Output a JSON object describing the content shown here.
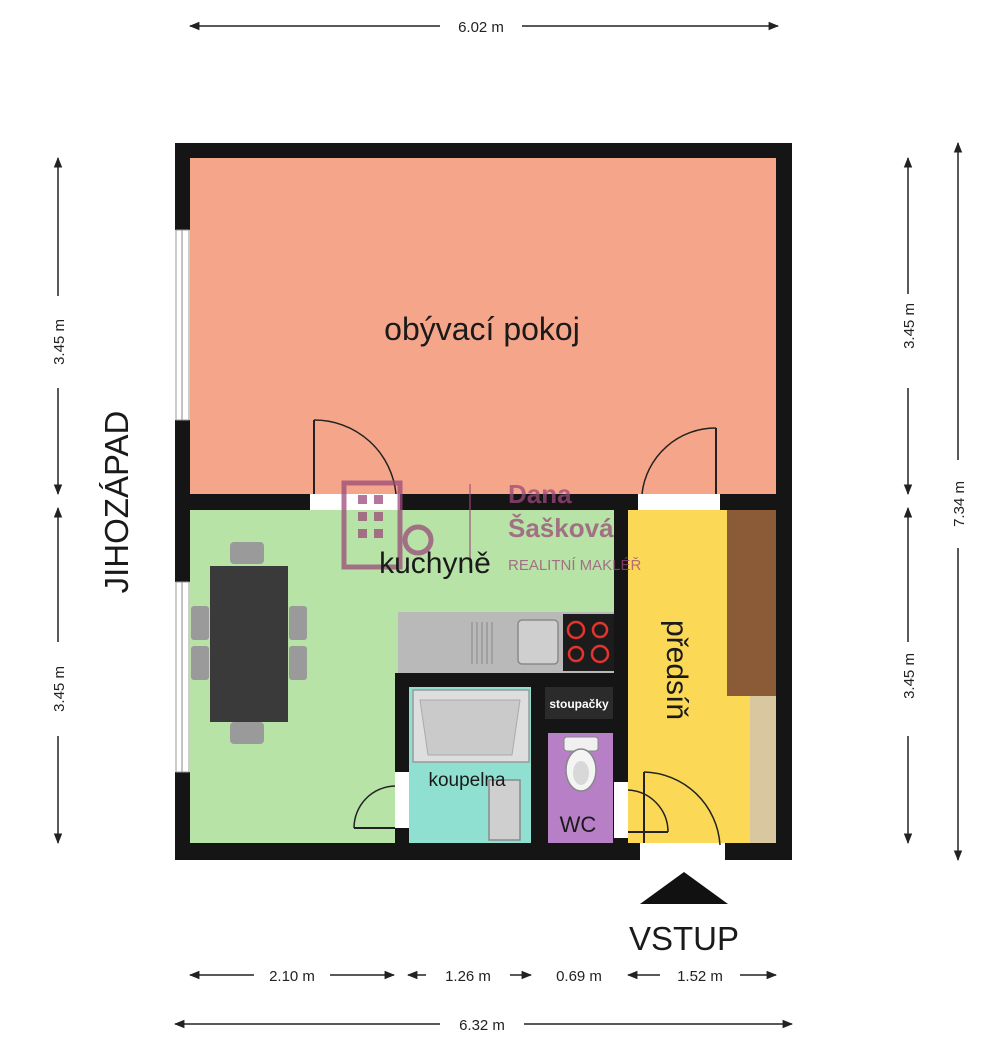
{
  "rooms": {
    "living": {
      "label": "obývací pokoj",
      "color": "#f5a68a"
    },
    "kitchen": {
      "label": "kuchyně",
      "color": "#b7e3a6"
    },
    "hall": {
      "label": "předsíň",
      "color": "#fbd957"
    },
    "bathroom": {
      "label": "koupelna",
      "color": "#8fe0d0"
    },
    "wc": {
      "label": "WC",
      "color": "#b77fc6"
    },
    "riser": {
      "label": "stoupačky",
      "color": "#2b2b2b"
    }
  },
  "orientation": {
    "label": "JIHOZÁPAD"
  },
  "entrance": {
    "label": "VSTUP"
  },
  "dimensions": {
    "top_total": "6.02 m",
    "left_upper": "3.45 m",
    "left_lower": "3.45 m",
    "right_upper": "3.45 m",
    "right_lower": "3.45 m",
    "right_total": "7.34 m",
    "bottom_seg1": "2.10 m",
    "bottom_seg2": "1.26 m",
    "bottom_seg3": "0.69 m",
    "bottom_seg4": "1.52 m",
    "bottom_total": "6.32 m"
  },
  "watermark": {
    "name_line1": "Dana",
    "name_line2": "Šašková",
    "subtitle": "REALITNÍ MAKLÉŘ"
  },
  "colors": {
    "wall": "#151515",
    "counter": "#b9b9b9",
    "wood": "#8b5a36",
    "table": "#3a3a3a",
    "watermark": "#9b4a7a"
  }
}
